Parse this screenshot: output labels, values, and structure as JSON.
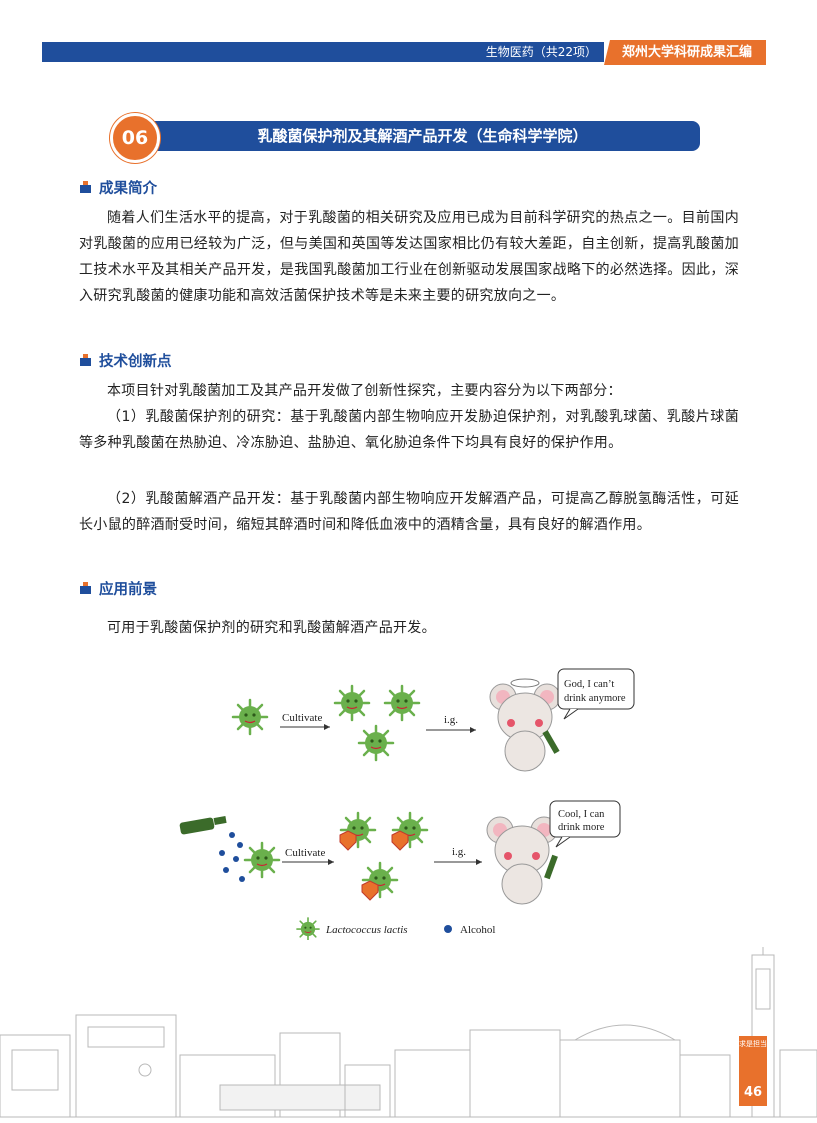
{
  "header": {
    "category": "生物医药（共22项）",
    "book_title": "郑州大学科研成果汇编"
  },
  "project": {
    "number": "06",
    "title": "乳酸菌保护剂及其解酒产品开发（生命科学学院）"
  },
  "sections": {
    "intro": {
      "heading": "成果简介",
      "body": "随着人们生活水平的提高，对于乳酸菌的相关研究及应用已成为目前科学研究的热点之一。目前国内对乳酸菌的应用已经较为广泛，但与美国和英国等发达国家相比仍有较大差距，自主创新，提高乳酸菌加工技术水平及其相关产品开发，是我国乳酸菌加工行业在创新驱动发展国家战略下的必然选择。因此，深入研究乳酸菌的健康功能和高效活菌保护技术等是未来主要的研究放向之一。"
    },
    "innovation": {
      "heading": "技术创新点",
      "p1": "本项目针对乳酸菌加工及其产品开发做了创新性探究，主要内容分为以下两部分：",
      "p2": "（1）乳酸菌保护剂的研究：基于乳酸菌内部生物响应开发胁迫保护剂，对乳酸乳球菌、乳酸片球菌等多种乳酸菌在热胁迫、冷冻胁迫、盐胁迫、氧化胁迫条件下均具有良好的保护作用。",
      "p3": "（2）乳酸菌解酒产品开发：基于乳酸菌内部生物响应开发解酒产品，可提高乙醇脱氢酶活性，可延长小鼠的醉酒耐受时间，缩短其醉酒时间和降低血液中的酒精含量，具有良好的解酒作用。"
    },
    "application": {
      "heading": "应用前景",
      "body": "可用于乳酸菌保护剂的研究和乳酸菌解酒产品开发。"
    }
  },
  "figure": {
    "top_arrow1": "Cultivate",
    "top_arrow2": "i.g.",
    "top_bubble_line1": "God, I can’t",
    "top_bubble_line2": "drink anymore",
    "bottom_arrow1": "Cultivate",
    "bottom_arrow2": "i.g.",
    "bottom_bubble_line1": "Cool, I can",
    "bottom_bubble_line2": "drink more",
    "legend_bacteria": "Lactococcus lactis",
    "legend_alcohol": "Alcohol"
  },
  "footer": {
    "motto": "求是担当",
    "page_number": "46"
  },
  "colors": {
    "primary_blue": "#1f4e9c",
    "accent_orange": "#e8712c",
    "bacteria_green": "#6ab04c"
  }
}
